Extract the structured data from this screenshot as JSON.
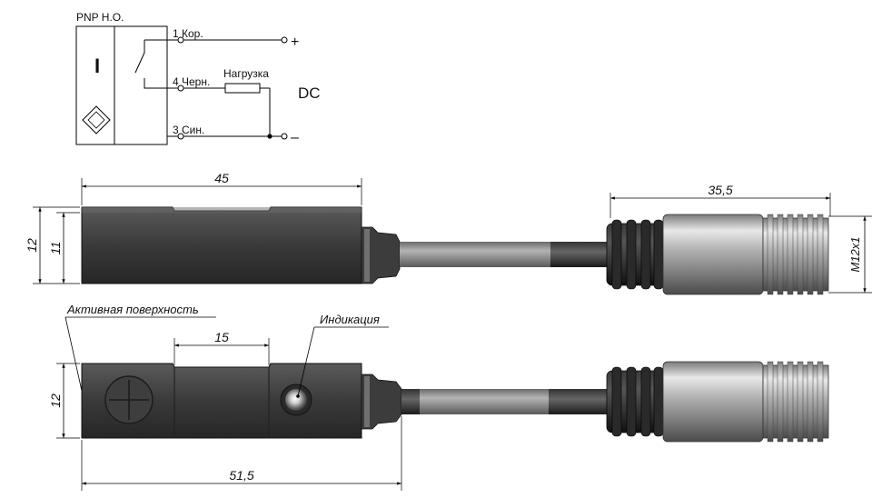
{
  "schematic": {
    "title": "PNP H.O.",
    "sensor_symbol": "I",
    "pins": [
      {
        "label": "1 Кор.",
        "polarity": "+"
      },
      {
        "label": "4 Черн.",
        "polarity": ""
      },
      {
        "label": "3 Син.",
        "polarity": "–"
      }
    ],
    "load_label": "Нагрузка",
    "supply_label": "DC"
  },
  "dimensions": {
    "length_top": "45",
    "height_total": "12",
    "height_body": "11",
    "connector_length": "35,5",
    "thread": "M12x1",
    "length_bottom": "51,5",
    "active_area_width": "15",
    "height_bottom": "12"
  },
  "callouts": {
    "active_surface": "Активная поверхность",
    "indication": "Индикация"
  },
  "colors": {
    "body_dark": "#3a3a3a",
    "cable_gray": "#8c8c8c",
    "metal_light": "#d6d6d6",
    "rubber": "#1c1c1c"
  }
}
